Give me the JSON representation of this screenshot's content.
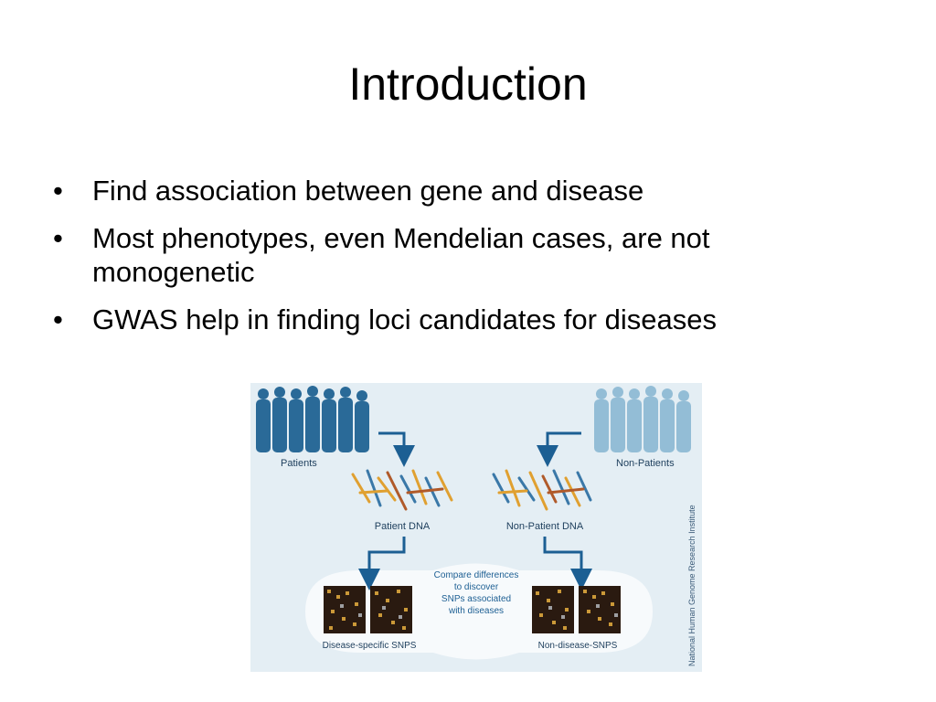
{
  "slide": {
    "title": "Introduction",
    "bullets": [
      "Find association between gene and disease",
      "Most phenotypes, even Mendelian cases, are not monogenetic",
      "GWAS help in finding loci candidates for diseases"
    ]
  },
  "figure": {
    "label_patients": "Patients",
    "label_non_patients": "Non-Patients",
    "label_patient_dna": "Patient DNA",
    "label_non_patient_dna": "Non-Patient DNA",
    "compare_lines": [
      "Compare differences",
      "to discover",
      "SNPs associated",
      "with diseases"
    ],
    "label_disease_snps": "Disease-specific SNPS",
    "label_non_disease_snps": "Non-disease-SNPS",
    "credit": "National Human Genome Research Institute",
    "colors": {
      "background": "#e4eef4",
      "patients": "#2a6a98",
      "non_patients": "#93bdd6",
      "arrow": "#1c5f93",
      "chip": "#2a1a10"
    }
  }
}
